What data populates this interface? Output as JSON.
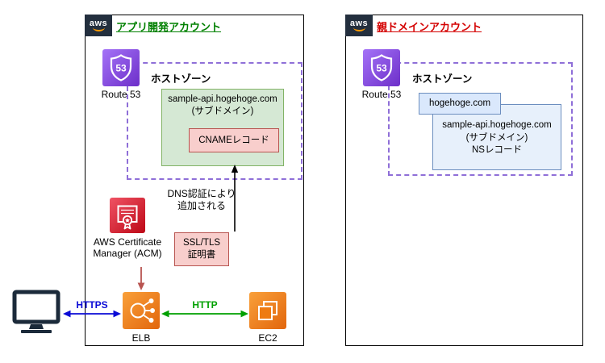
{
  "colors": {
    "left_account_title": "#008000",
    "right_account_title": "#d40000",
    "hosted_zone_dash": "#8f6fd8",
    "green_box_fill": "#d5e8d4",
    "green_box_border": "#82b366",
    "pink_box_fill": "#f8cecc",
    "pink_box_border": "#b85450",
    "blue_box_fill": "#dae8fc",
    "blue_box_border": "#6c8ebf",
    "ns_box_fill": "#e7f0fb",
    "route53_purple": "#7d3fe0",
    "acm_red": "#d6202f",
    "compute_orange": "#ed7100",
    "aws_badge_bg": "#232f3e",
    "aws_smile_orange": "#ff9900",
    "https_blue": "#0b0bd6",
    "http_green": "#00a000",
    "cert_arrow_red": "#b85450"
  },
  "left": {
    "badge": "aws",
    "title": "アプリ開発アカウント",
    "route53_glyph": "53",
    "route53_label": "Route 53",
    "hosted_zone": "ホストゾーン",
    "subdomain_box": {
      "line1": "sample-api.hogehoge.com",
      "line2": "(サブドメイン)"
    },
    "cname": "CNAMEレコード",
    "dns_note": {
      "line1": "DNS認証により",
      "line2": "追加される"
    },
    "acm_label": {
      "line1": "AWS Certificate",
      "line2": "Manager (ACM)"
    },
    "ssl_box": {
      "line1": "SSL/TLS",
      "line2": "証明書"
    },
    "elb": "ELB",
    "ec2": "EC2",
    "https": "HTTPS",
    "http": "HTTP"
  },
  "right": {
    "badge": "aws",
    "title": "親ドメインアカウント",
    "route53_glyph": "53",
    "route53_label": "Route 53",
    "hosted_zone": "ホストゾーン",
    "parent_domain": "hogehoge.com",
    "ns_box": {
      "line1": "sample-api.hogehoge.com",
      "line2": "(サブドメイン)",
      "line3": "NSレコード"
    }
  }
}
